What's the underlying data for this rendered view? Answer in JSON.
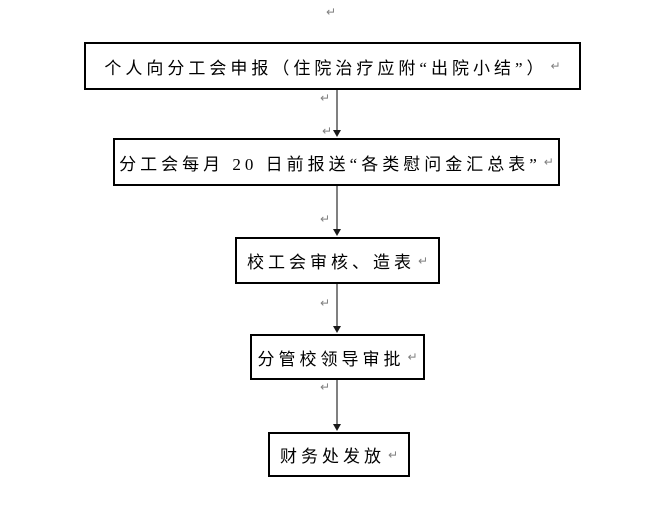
{
  "document": {
    "background_color": "#ffffff",
    "paragraph_mark": "↵"
  },
  "flowchart": {
    "type": "flowchart",
    "direction": "top-down",
    "box_border_color": "#000000",
    "box_fill_color": "#ffffff",
    "text_color": "#000000",
    "connector_color": "#808080",
    "arrowhead_color": "#1a1a1a",
    "steps": [
      {
        "label": "个人向分工会申报（住院治疗应附“出院小结”）"
      },
      {
        "label": "分工会每月 20 日前报送“各类慰问金汇总表”"
      },
      {
        "label": "校工会审核、造表"
      },
      {
        "label": "分管校领导审批"
      },
      {
        "label": "财务处发放"
      }
    ]
  }
}
